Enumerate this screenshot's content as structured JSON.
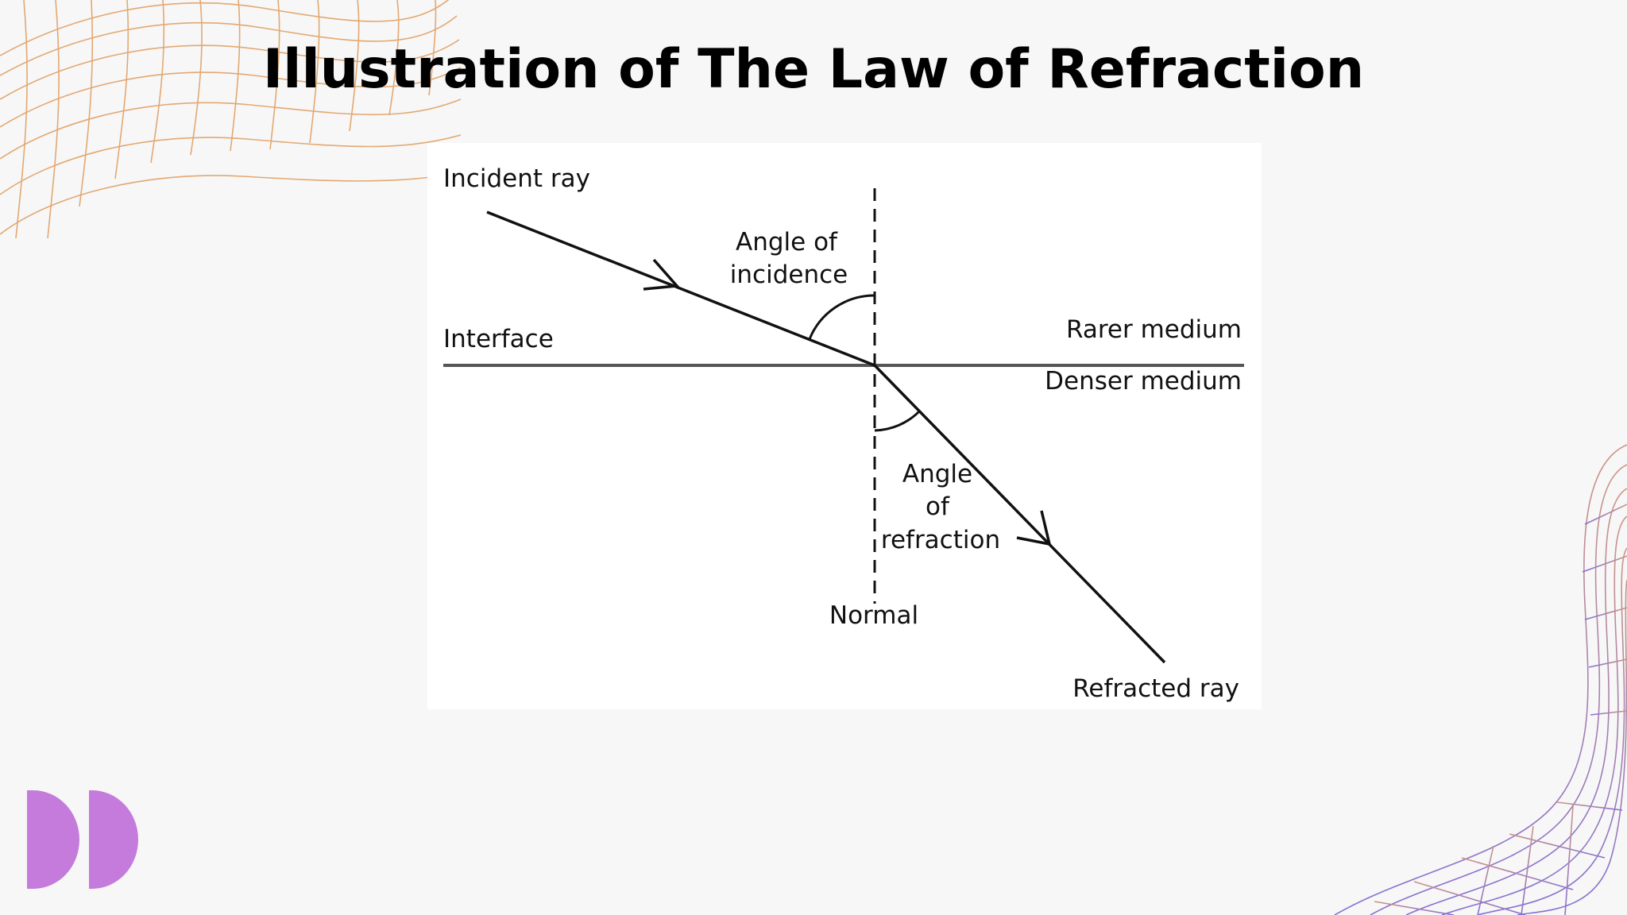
{
  "slide": {
    "title": "Illustration of The Law of Refraction"
  },
  "diagram": {
    "labels": {
      "incident_ray": "Incident ray",
      "angle_of_incidence_line1": "Angle of",
      "angle_of_incidence_line2": "incidence",
      "interface": "Interface",
      "rarer_medium": "Rarer medium",
      "denser_medium": "Denser medium",
      "angle_of_refraction_line1": "Angle",
      "angle_of_refraction_line2": "of",
      "angle_of_refraction_line3": "refraction",
      "normal": "Normal",
      "refracted_ray": "Refracted ray"
    }
  },
  "colors": {
    "background": "#f7f7f7",
    "ink": "#111111",
    "logo": "#c47bdc",
    "deco_orange": "#e0a064",
    "deco_purple": "#8c6cc8"
  }
}
